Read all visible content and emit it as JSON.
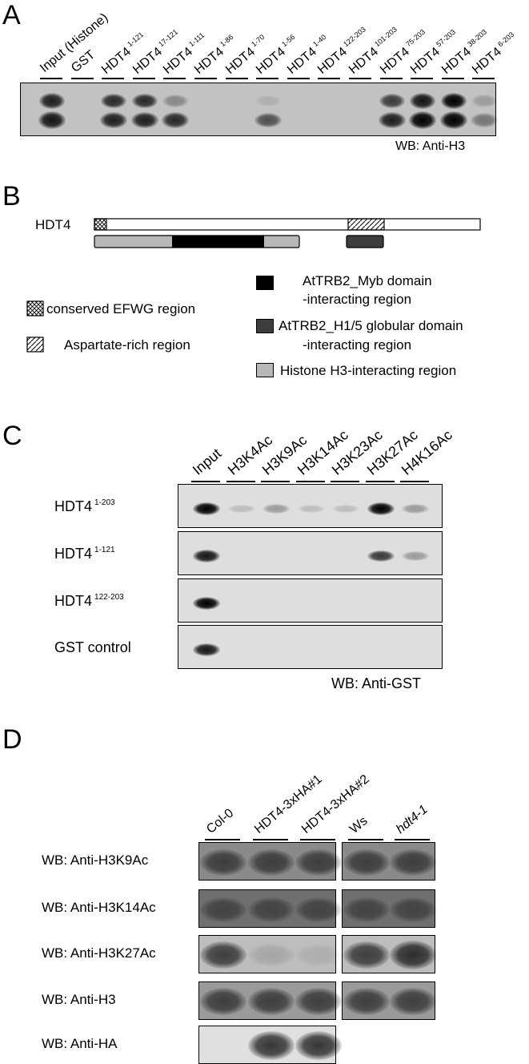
{
  "panelA": {
    "letter": "A",
    "lanes": [
      {
        "name": "Input (Histone)",
        "sup": ""
      },
      {
        "name": "GST",
        "sup": ""
      },
      {
        "name": "HDT4",
        "sup": "1-121"
      },
      {
        "name": "HDT4",
        "sup": "17-121"
      },
      {
        "name": "HDT4",
        "sup": "1-111"
      },
      {
        "name": "HDT4",
        "sup": "1-86"
      },
      {
        "name": "HDT4",
        "sup": "1-70"
      },
      {
        "name": "HDT4",
        "sup": "1-56"
      },
      {
        "name": "HDT4",
        "sup": "1-40"
      },
      {
        "name": "HDT4",
        "sup": "122-203"
      },
      {
        "name": "HDT4",
        "sup": "101-203"
      },
      {
        "name": "HDT4",
        "sup": "75-203"
      },
      {
        "name": "HDT4",
        "sup": "57-203"
      },
      {
        "name": "HDT4",
        "sup": "38-203"
      },
      {
        "name": "HDT4",
        "sup": "6-203"
      }
    ],
    "wb_label": "WB: Anti-H3",
    "band_intensity_upper": [
      0.85,
      0,
      0.8,
      0.8,
      0.3,
      0,
      0,
      0.1,
      0,
      0,
      0,
      0.7,
      0.9,
      1.0,
      0.2
    ],
    "band_intensity_lower": [
      0.9,
      0,
      0.85,
      0.85,
      0.8,
      0,
      0,
      0.6,
      0,
      0,
      0,
      0.85,
      1.0,
      1.0,
      0.4
    ]
  },
  "panelB": {
    "letter": "B",
    "protein_label": "HDT4",
    "legend": {
      "efwg": "conserved EFWG region",
      "aspartate": "Aspartate-rich region",
      "myb_line1": "AtTRB2_Myb domain",
      "myb_line2": "-interacting region",
      "h15_line1": "AtTRB2_H1/5 globular domain",
      "h15_line2": "-interacting region",
      "h3": "Histone H3-interacting region"
    },
    "colors": {
      "myb": "#000000",
      "h15": "#3d3d3d",
      "h3": "#b8b8b8"
    }
  },
  "panelC": {
    "letter": "C",
    "lanes": [
      "Input",
      "H3K4Ac",
      "H3K9Ac",
      "H3K14Ac",
      "H3K23Ac",
      "H3K27Ac",
      "H4K16Ac"
    ],
    "rows": [
      {
        "name": "HDT4",
        "sup": "1-203",
        "bands": [
          1.0,
          0.15,
          0.3,
          0.15,
          0.15,
          1.0,
          0.3
        ]
      },
      {
        "name": "HDT4",
        "sup": "1-121",
        "bands": [
          0.9,
          0,
          0,
          0,
          0,
          0.75,
          0.3
        ]
      },
      {
        "name": "HDT4",
        "sup": "122-203",
        "bands": [
          1.0,
          0,
          0,
          0,
          0,
          0,
          0
        ]
      },
      {
        "name": "GST control",
        "sup": "",
        "bands": [
          0.9,
          0,
          0,
          0,
          0,
          0,
          0
        ]
      }
    ],
    "wb_label": "WB: Anti-GST"
  },
  "panelD": {
    "letter": "D",
    "lanes": [
      "Col-0",
      "HDT4-3xHA#1",
      "HDT4-3xHA#2",
      "Ws",
      "hdt4-1"
    ],
    "rows": [
      {
        "label": "WB: Anti-H3K9Ac",
        "bands": [
          0.7,
          0.7,
          0.7,
          0.7,
          0.7
        ]
      },
      {
        "label": "WB: Anti-H3K14Ac",
        "bands": [
          0.5,
          0.5,
          0.5,
          0.5,
          0.5
        ]
      },
      {
        "label": "WB: Anti-H3K27Ac",
        "bands": [
          0.85,
          0.15,
          0.1,
          0.85,
          0.95
        ]
      },
      {
        "label": "WB: Anti-H3",
        "bands": [
          0.75,
          0.75,
          0.75,
          0.75,
          0.75
        ]
      },
      {
        "label": "WB: Anti-HA",
        "bands": [
          0,
          0.95,
          0.95
        ]
      }
    ]
  }
}
